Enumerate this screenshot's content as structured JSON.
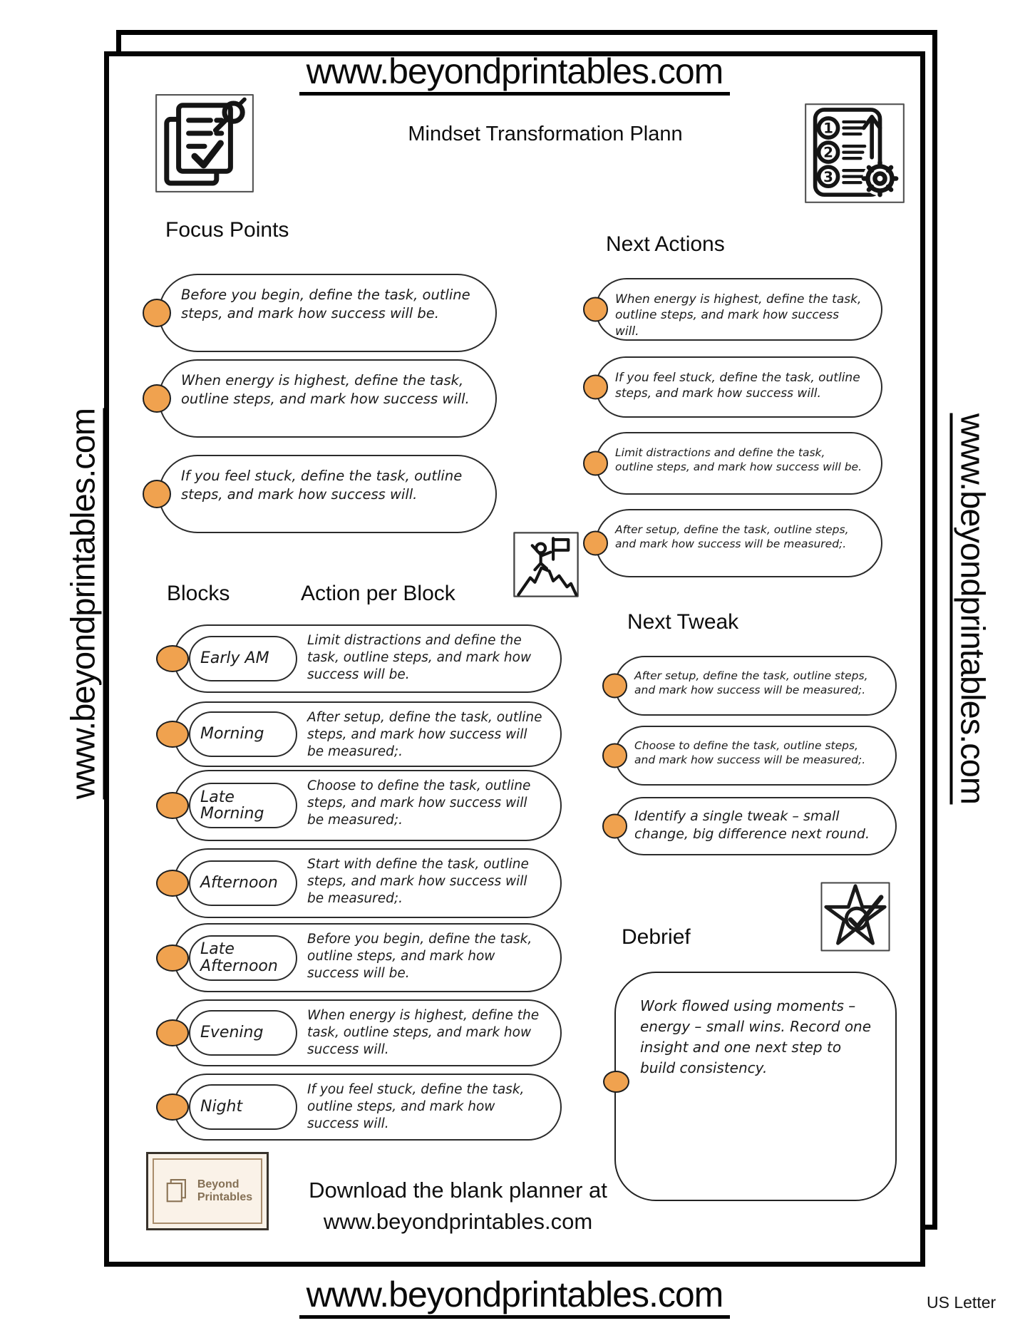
{
  "page": {
    "top_url": "www.beyondprintables.com",
    "bottom_url": "www.beyondprintables.com",
    "side_url_left": "www.beyondprintables.com",
    "side_url_right": "www.beyondprintables.com",
    "title": "Mindset Transformation Plann",
    "paper_size": "US Letter"
  },
  "focus_points": {
    "heading": "Focus Points",
    "items": [
      "Before you begin, define the task, outline steps, and mark how success will be.",
      "When energy is highest, define the task, outline steps, and mark how success will.",
      "If you feel stuck, define the task, outline steps, and mark how success will."
    ]
  },
  "next_actions": {
    "heading": "Next Actions",
    "items": [
      "When energy is highest, define the task, outline steps, and mark how success will.",
      "If you feel stuck, define the task, outline steps, and mark how success will.",
      "Limit distractions and define the task, outline steps, and mark how success will be.",
      "After setup, define the task, outline steps, and mark how success will be measured;."
    ]
  },
  "blocks": {
    "heading": "Blocks",
    "action_heading": "Action per Block",
    "rows": [
      {
        "block": "Early AM",
        "action": "Limit distractions and define the task, outline steps, and mark how success will be."
      },
      {
        "block": "Morning",
        "action": "After setup, define the task, outline steps, and mark how success will be measured;."
      },
      {
        "block": "Late Morning",
        "action": "Choose to define the task, outline steps, and mark how success will be measured;."
      },
      {
        "block": "Afternoon",
        "action": "Start with define the task, outline steps, and mark how success will be measured;."
      },
      {
        "block": "Late Afternoon",
        "action": "Before you begin, define the task, outline steps, and mark how success will be."
      },
      {
        "block": "Evening",
        "action": "When energy is highest, define the task, outline steps, and mark how success will."
      },
      {
        "block": "Night",
        "action": "If you feel stuck, define the task, outline steps, and mark how success will."
      }
    ]
  },
  "next_tweak": {
    "heading": "Next Tweak",
    "items": [
      "After setup, define the task, outline steps, and mark how success will be measured;.",
      "Choose to define the task, outline steps, and mark how success will be measured;.",
      "Identify a single tweak – small change, big difference next round."
    ]
  },
  "debrief": {
    "heading": "Debrief",
    "text": "Work flowed using moments – energy – small wins. Record one insight and one next step to build consistency."
  },
  "footer": {
    "logo_line1": "Beyond",
    "logo_line2": "Printables",
    "download_line1": "Download the blank planner at",
    "download_line2": "www.beyondprintables.com"
  },
  "icons": {
    "steps_numbers": [
      "1",
      "2",
      "3"
    ],
    "names": [
      "clipboard-checklist-icon",
      "numbered-steps-gear-icon",
      "mountain-flag-icon",
      "star-check-icon",
      "pages-logo-icon"
    ]
  },
  "colors": {
    "accent_orange": "#F0A24F",
    "ink": "#111111",
    "logo_brown": "#857055",
    "logo_background": "#FAF2E8"
  }
}
